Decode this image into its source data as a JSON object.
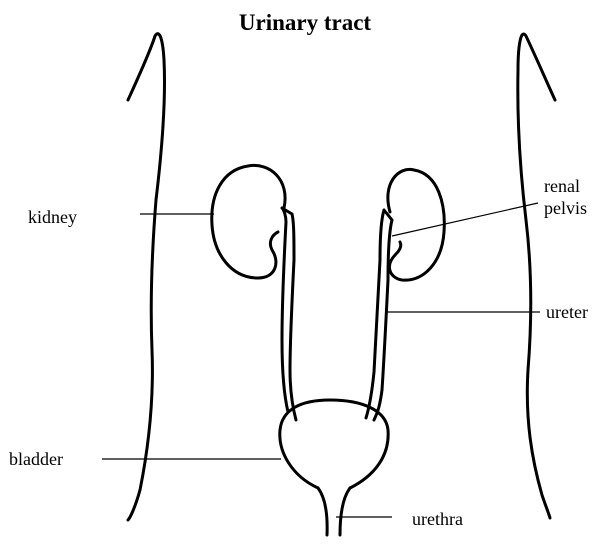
{
  "title": "Urinary tract",
  "labels": {
    "kidney": "kidney",
    "renal_pelvis_line1": "renal",
    "renal_pelvis_line2": "pelvis",
    "ureter": "ureter",
    "bladder": "bladder",
    "urethra": "urethra"
  }
}
